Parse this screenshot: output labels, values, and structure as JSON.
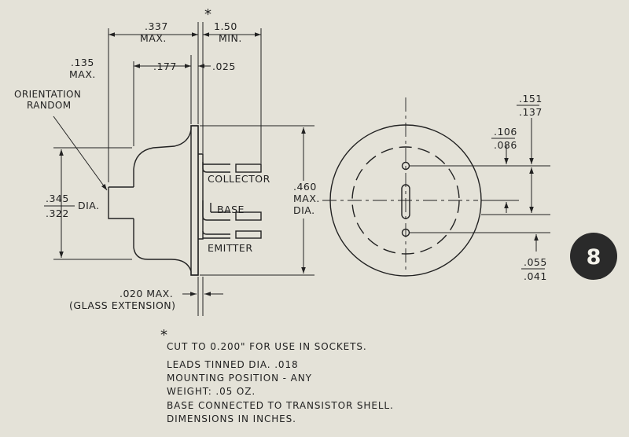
{
  "dims": {
    "max_length": ".337",
    "max_length_suffix": "MAX.",
    "lead_length": "1.50",
    "lead_length_suffix": "MIN.",
    "star": "*",
    "stub_length": ".135",
    "stub_length_suffix": "MAX.",
    "body_length": ".177",
    "flange": ".025",
    "orientation_line1": "ORIENTATION",
    "orientation_line2": "RANDOM",
    "body_dia_top": ".345",
    "body_dia_bottom": ".322",
    "body_dia_suffix": "DIA.",
    "flange_dia": ".460",
    "flange_dia_line2": "MAX.",
    "flange_dia_line3": "DIA.",
    "glass_ext": ".020 MAX.",
    "glass_ext_line2": "(GLASS EXTENSION)",
    "spacing_outer_top": ".151",
    "spacing_outer_bottom": ".137",
    "spacing_inner_top": ".106",
    "spacing_inner_bottom": ".086",
    "spacing_low_top": ".055",
    "spacing_low_bottom": ".041"
  },
  "leads": {
    "collector": "COLLECTOR",
    "base": "BASE",
    "emitter": "EMITTER"
  },
  "notes": {
    "star": "*",
    "lines": [
      "CUT TO 0.200\" FOR USE IN SOCKETS.",
      "LEADS TINNED DIA. .018",
      "MOUNTING POSITION - ANY",
      "WEIGHT:  .05 OZ.",
      "BASE CONNECTED TO TRANSISTOR SHELL.",
      "DIMENSIONS IN INCHES."
    ]
  },
  "page_badge": "8",
  "colors": {
    "paper": "#e4e2d8",
    "ink": "#222222",
    "badge": "#2a2a2a"
  }
}
